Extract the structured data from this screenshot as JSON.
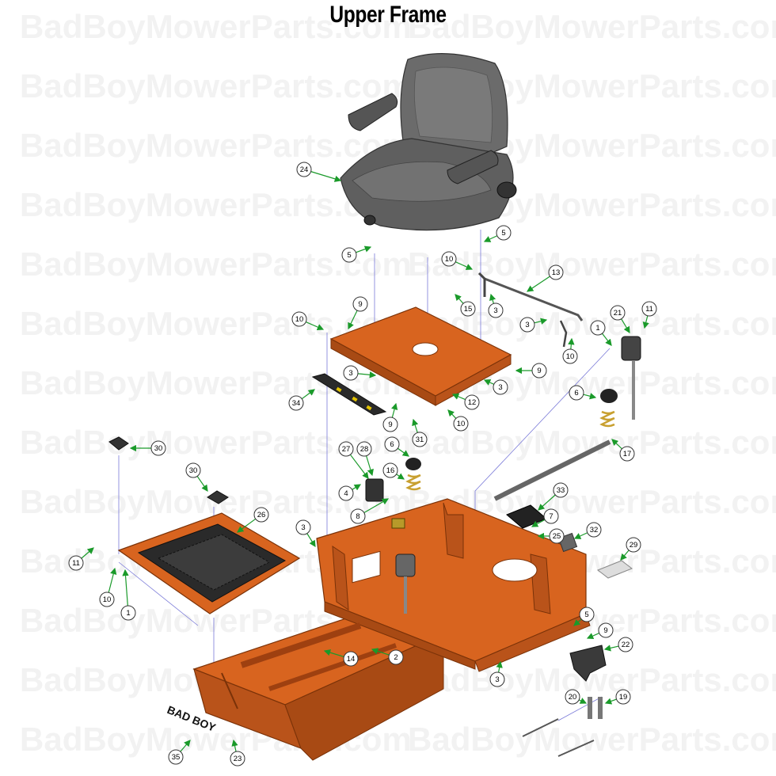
{
  "title": "Upper Frame",
  "watermark": "BadBoyMowerParts.com",
  "brand_logo": "BAD BOY",
  "colors": {
    "frame": "#d8641f",
    "frame_dark": "#9e4010",
    "seat": "#6b6b6b",
    "seat_dark": "#3f3f3f",
    "leader": "#1a9a2a",
    "guide": "#7a7ad8",
    "mat": "#2a2a2a"
  },
  "callouts": [
    {
      "id": "c24",
      "label": "24"
    },
    {
      "id": "c5a",
      "label": "5"
    },
    {
      "id": "c5b",
      "label": "5"
    },
    {
      "id": "c10a",
      "label": "10"
    },
    {
      "id": "c13",
      "label": "13"
    },
    {
      "id": "c15",
      "label": "15"
    },
    {
      "id": "c3a",
      "label": "3"
    },
    {
      "id": "c9a",
      "label": "9"
    },
    {
      "id": "c10b",
      "label": "10"
    },
    {
      "id": "c3b",
      "label": "3"
    },
    {
      "id": "c21",
      "label": "21"
    },
    {
      "id": "c11a",
      "label": "11"
    },
    {
      "id": "c1a",
      "label": "1"
    },
    {
      "id": "c10c",
      "label": "10"
    },
    {
      "id": "c3c",
      "label": "3"
    },
    {
      "id": "c9b",
      "label": "9"
    },
    {
      "id": "c3d",
      "label": "3"
    },
    {
      "id": "c34",
      "label": "34"
    },
    {
      "id": "c12",
      "label": "12"
    },
    {
      "id": "c9c",
      "label": "9"
    },
    {
      "id": "c10d",
      "label": "10"
    },
    {
      "id": "c31",
      "label": "31"
    },
    {
      "id": "c6a",
      "label": "6"
    },
    {
      "id": "c17",
      "label": "17"
    },
    {
      "id": "c30a",
      "label": "30"
    },
    {
      "id": "c27",
      "label": "27"
    },
    {
      "id": "c28",
      "label": "28"
    },
    {
      "id": "c6b",
      "label": "6"
    },
    {
      "id": "c16",
      "label": "16"
    },
    {
      "id": "c30b",
      "label": "30"
    },
    {
      "id": "c4",
      "label": "4"
    },
    {
      "id": "c33",
      "label": "33"
    },
    {
      "id": "c8",
      "label": "8"
    },
    {
      "id": "c26",
      "label": "26"
    },
    {
      "id": "c7",
      "label": "7"
    },
    {
      "id": "c3e",
      "label": "3"
    },
    {
      "id": "c25",
      "label": "25"
    },
    {
      "id": "c32",
      "label": "32"
    },
    {
      "id": "c29",
      "label": "29"
    },
    {
      "id": "c11b",
      "label": "11"
    },
    {
      "id": "c10e",
      "label": "10"
    },
    {
      "id": "c1b",
      "label": "1"
    },
    {
      "id": "c5c",
      "label": "5"
    },
    {
      "id": "c9d",
      "label": "9"
    },
    {
      "id": "c22",
      "label": "22"
    },
    {
      "id": "c14",
      "label": "14"
    },
    {
      "id": "c2",
      "label": "2"
    },
    {
      "id": "c3f",
      "label": "3"
    },
    {
      "id": "c20",
      "label": "20"
    },
    {
      "id": "c19",
      "label": "19"
    },
    {
      "id": "c35",
      "label": "35"
    },
    {
      "id": "c23",
      "label": "23"
    }
  ]
}
